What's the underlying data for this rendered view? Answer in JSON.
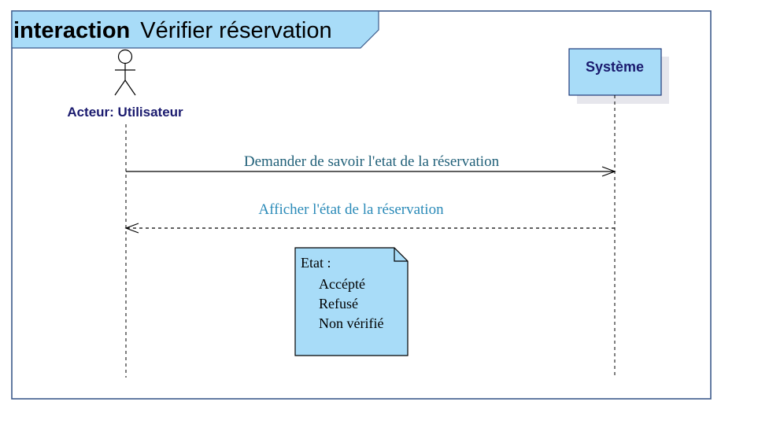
{
  "frame": {
    "keyword": "interaction",
    "name": "Vérifier réservation"
  },
  "actor": {
    "label": "Acteur: Utilisateur"
  },
  "system": {
    "label": "Système"
  },
  "messages": [
    {
      "label": "Demander de savoir l'etat de la réservation",
      "kind": "synchronous"
    },
    {
      "label": "Afficher l'état de la réservation",
      "kind": "reply"
    }
  ],
  "note": {
    "title": "Etat :",
    "items": [
      "Accépté",
      "Refusé",
      "Non vérifié"
    ]
  },
  "colors": {
    "frame_border": "#3c5a8a",
    "label_fill": "#a8dcf8",
    "label_text": "#1a1a6e",
    "message_text": "#1f5f78",
    "reply_text": "#2a8ab8",
    "note_fill": "#a8dcf8",
    "lifeline": "#000000"
  }
}
